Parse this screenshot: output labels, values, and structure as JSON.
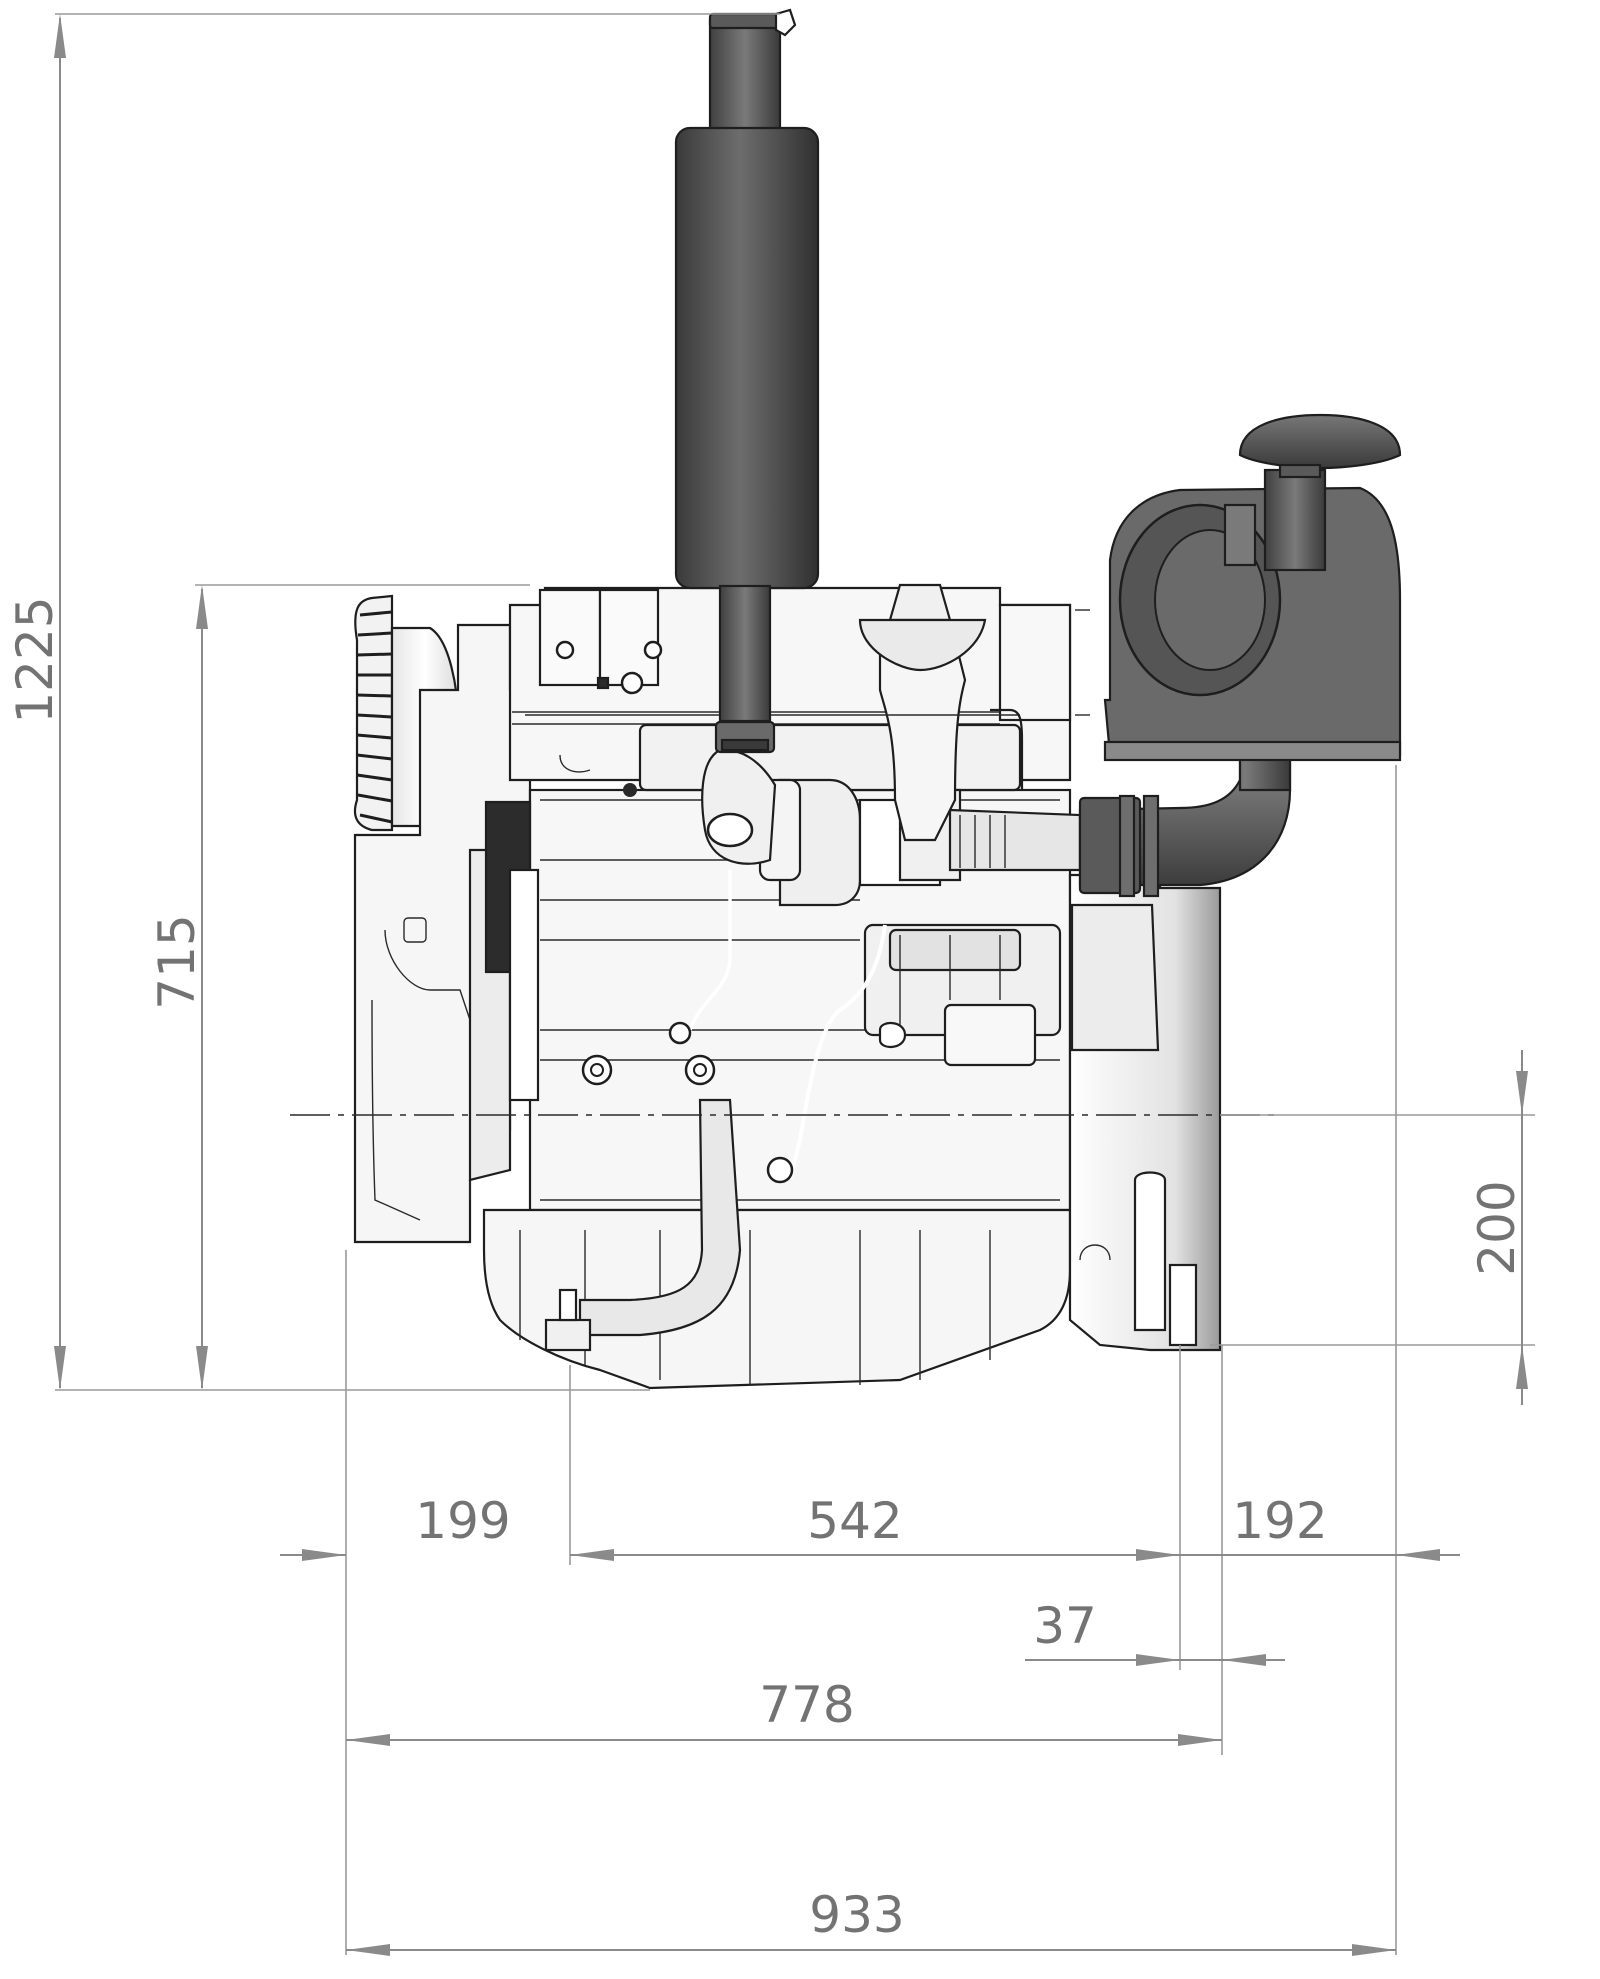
{
  "diagram": {
    "subject": "engine side view technical drawing",
    "units": "mm",
    "dimensions": [
      {
        "id": "overall-height",
        "value": "1225",
        "orientation": "vertical"
      },
      {
        "id": "crank-height",
        "value": "715",
        "orientation": "vertical"
      },
      {
        "id": "foot-height",
        "value": "200",
        "orientation": "vertical"
      },
      {
        "id": "front-offset",
        "value": "199",
        "orientation": "horizontal"
      },
      {
        "id": "mount-spacing",
        "value": "542",
        "orientation": "horizontal"
      },
      {
        "id": "rear-offset",
        "value": "192",
        "orientation": "horizontal"
      },
      {
        "id": "bell-offset",
        "value": "37",
        "orientation": "horizontal"
      },
      {
        "id": "block-length",
        "value": "778",
        "orientation": "horizontal"
      },
      {
        "id": "overall-length",
        "value": "933",
        "orientation": "horizontal"
      }
    ],
    "colors": {
      "dimension": "#8a8a8a",
      "dimension_text": "#737373",
      "outline": "#1e1e1e",
      "muffler": "#4a4a4a",
      "air_filter": "#5a5a5a",
      "body": "#f4f4f4"
    }
  }
}
